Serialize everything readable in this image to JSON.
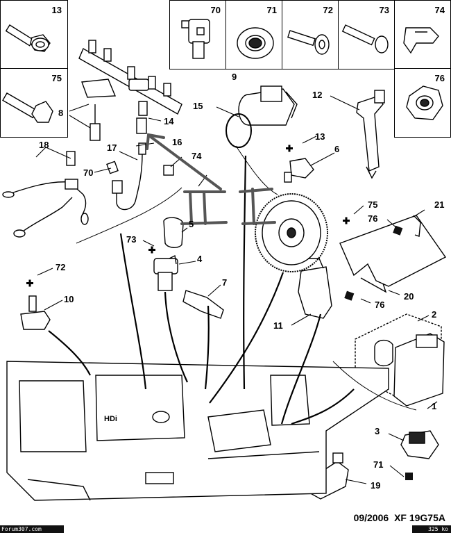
{
  "boxes": {
    "b13": "13",
    "b75": "75",
    "b70": "70",
    "b71": "71",
    "b72": "72",
    "b73": "73",
    "b74": "74",
    "b76": "76"
  },
  "labels": {
    "l9": "9",
    "l12": "12",
    "l15": "15",
    "l8": "8",
    "l14": "14",
    "l16": "16",
    "l17": "17",
    "l74": "74",
    "l18": "18",
    "l70": "70",
    "l13": "13",
    "l6": "6",
    "l75": "75",
    "l21": "21",
    "l76a": "76",
    "l5": "5",
    "l73": "73",
    "l4": "4",
    "l7": "7",
    "l72": "72",
    "l10": "10",
    "l11": "11",
    "l20": "20",
    "l76b": "76",
    "l2": "2",
    "l1": "1",
    "l3": "3",
    "l71": "71",
    "l19": "19"
  },
  "footer": {
    "date": "09/2006",
    "ref": "XF 19G75A",
    "site": "Forum307.com",
    "size": "325 ko"
  }
}
